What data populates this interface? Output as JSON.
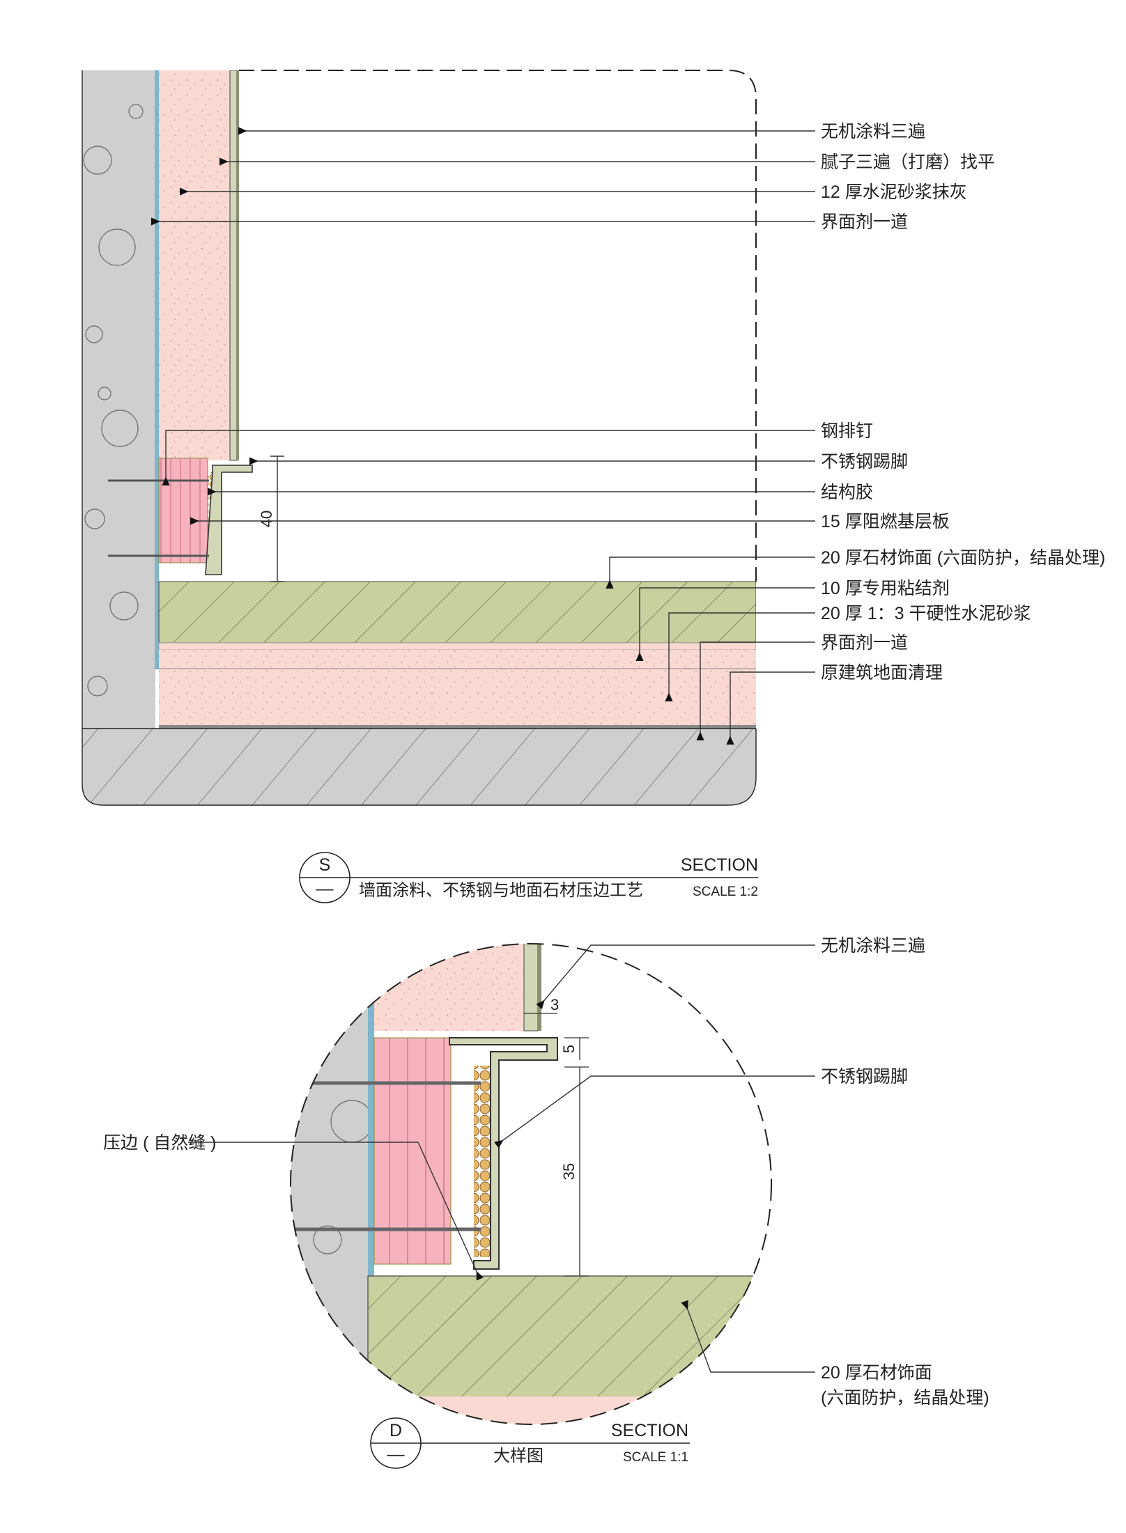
{
  "section": {
    "labels": [
      "无机涂料三遍",
      "腻子三遍（打磨）找平",
      "12 厚水泥砂浆抹灰",
      "界面剂一道",
      "钢排钉",
      "不锈钢踢脚",
      "结构胶",
      "15 厚阻燃基层板",
      "20 厚石材饰面 (六面防护，结晶处理)",
      "10 厚专用粘结剂",
      "20 厚 1：3 干硬性水泥砂浆",
      "界面剂一道",
      "原建筑地面清理"
    ],
    "dimension": "40",
    "title": {
      "symbol": "S",
      "dash": "—",
      "caption": "墙面涂料、不锈钢与地面石材压边工艺",
      "heading": "SECTION",
      "scale": "SCALE 1:2"
    }
  },
  "detail": {
    "labels": {
      "coating": "无机涂料三遍",
      "skirting": "不锈钢踢脚",
      "press_edge": "压边 ( 自然缝 )",
      "stone_line1": "20 厚石材饰面",
      "stone_line2": "(六面防护，结晶处理)"
    },
    "dimensions": {
      "gap": "3",
      "lip": "5",
      "height": "35"
    },
    "title": {
      "symbol": "D",
      "dash": "—",
      "caption": "大样图",
      "heading": "SECTION",
      "scale": "SCALE 1:1"
    }
  },
  "colors": {
    "concrete": "#cfcfcf",
    "plaster": "#f9d9d2",
    "putty": "#d2d7b8",
    "board": "#f6b2bd",
    "stone": "#c9cf9d",
    "glue": "#e5b76a",
    "interface": "#7fb6cc"
  }
}
